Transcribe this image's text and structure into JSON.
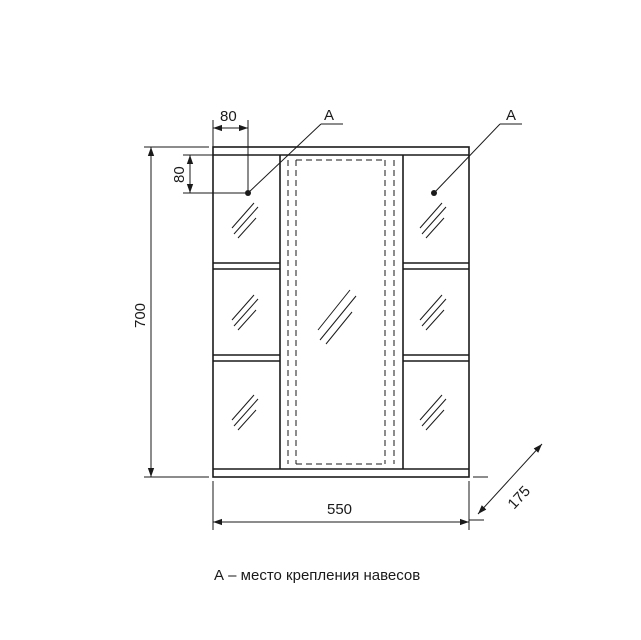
{
  "dimensions": {
    "width": "550",
    "height": "700",
    "depth": "175",
    "mount_offset_x": "80",
    "mount_offset_y": "80"
  },
  "mount_points": {
    "left_label": "A",
    "right_label": "A"
  },
  "legend": {
    "text": "А – место крепления навесов"
  }
}
